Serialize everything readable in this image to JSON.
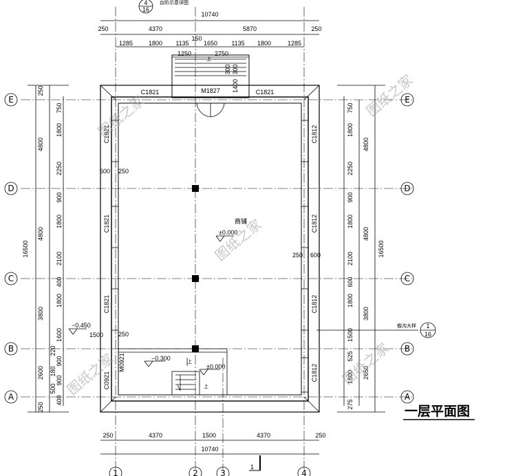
{
  "title": "一层平面图",
  "room_label": "商铺",
  "elev_room": "±0.000",
  "elev_stair": "±0.000",
  "elev_left": "−0.450",
  "elev_store": "−0.300",
  "stair_up": "上",
  "stair_up2": "上",
  "note_bottom_tag": "檐沟大样",
  "note_top_tag": "台阶示意详图",
  "detail_top": {
    "num": "4",
    "den": "16"
  },
  "detail_right": {
    "num": "1",
    "den": "16"
  },
  "doors": {
    "main": "M1827",
    "store": "M0921",
    "c0921": "C0921"
  },
  "windows": {
    "top_left": "C1821",
    "top_right": "C1821",
    "left1": "C1821",
    "left2": "C1821",
    "left3": "C1821",
    "right1": "C1812",
    "right2": "C1812",
    "right3": "C1812",
    "right4": "C1812"
  },
  "axes_left": [
    "E",
    "D",
    "C",
    "B",
    "A"
  ],
  "axes_bottom": [
    "1",
    "2",
    "3",
    "4"
  ],
  "section_mark": "1",
  "dims_top_total": "10740",
  "dims_top_row1": [
    "250",
    "4370",
    "5870",
    "250"
  ],
  "dims_top_row2": [
    "1285",
    "1800",
    "1135",
    "1650",
    "1135",
    "1800",
    "1285"
  ],
  "dims_top_row3": [
    "1250",
    "150",
    "2750"
  ],
  "dims_top_porch": [
    "300",
    "300",
    "1400"
  ],
  "dims_bottom_row": [
    "250",
    "4370",
    "1500",
    "4370",
    "250"
  ],
  "dims_bottom_total": "10740",
  "dims_left_total": "16500",
  "dims_left_mid": [
    "250",
    "4800",
    "4800",
    "3800",
    "2600",
    "250"
  ],
  "dims_left_inner": [
    "750",
    "1800",
    "2250",
    "900",
    "1800",
    "2100",
    "400",
    "1800",
    "1600",
    "220",
    "900",
    "180",
    "900",
    "500",
    "400"
  ],
  "dims_right_total": "16500",
  "dims_right_mid": [
    "4800",
    "4800",
    "3800",
    "2650"
  ],
  "dims_right_inner": [
    "750",
    "1800",
    "2250",
    "900",
    "1800",
    "2100",
    "600",
    "1800",
    "1500",
    "525",
    "1800",
    "275"
  ],
  "dims_misc": {
    "d600a": "600",
    "d250a": "250",
    "d250b": "250",
    "d600b": "600",
    "d250c": "250",
    "d1500": "1500",
    "d250d": "250"
  },
  "watermark": "图纸之家"
}
